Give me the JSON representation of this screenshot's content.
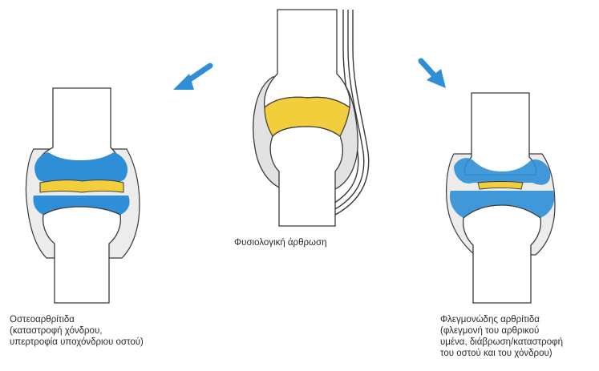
{
  "colors": {
    "cartilage": "#f2cd3c",
    "inflammation": "#2f8fd6",
    "capsule": "#e2e2e2",
    "outline": "#3a3a3a",
    "arrow": "#2f8fd6"
  },
  "center": {
    "caption": "Φυσιολογική άρθρωση"
  },
  "left": {
    "caption_line1": "Οστεοαρθρίτιδα",
    "caption_line2": "(καταστροφή χόνδρου,",
    "caption_line3": "υπερτροφία υποχόνδριου οστού)"
  },
  "right": {
    "caption_line1": "Φλεγμονώδης αρθρίτιδα",
    "caption_line2": "(φλεγμονή του αρθρικού",
    "caption_line3": "υμένα, διάβρωση/καταστροφή",
    "caption_line4": "του οστού και του χόνδρου)"
  },
  "arrows": {
    "left_icon": "arrow-down-left-icon",
    "right_icon": "arrow-down-right-icon"
  }
}
